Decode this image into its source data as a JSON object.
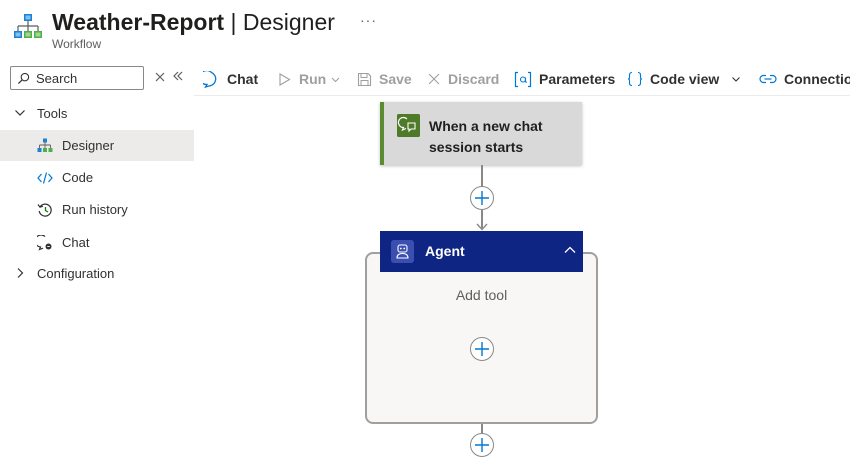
{
  "header": {
    "app_name": "Weather-Report",
    "separator": "|",
    "view_name": "Designer",
    "subtitle": "Workflow",
    "more_label": "···"
  },
  "sidebar": {
    "search": {
      "placeholder": "Search",
      "value": ""
    },
    "groups": [
      {
        "label": "Tools",
        "expanded": true
      },
      {
        "label": "Configuration",
        "expanded": false
      }
    ],
    "items": [
      {
        "label": "Designer",
        "icon": "designer-icon",
        "selected": true
      },
      {
        "label": "Code",
        "icon": "code-icon",
        "selected": false
      },
      {
        "label": "Run history",
        "icon": "run-history-icon",
        "selected": false
      },
      {
        "label": "Chat",
        "icon": "chat-icon",
        "selected": false
      }
    ]
  },
  "toolbar": {
    "chat": "Chat",
    "run": "Run",
    "save": "Save",
    "discard": "Discard",
    "parameters": "Parameters",
    "code_view": "Code view",
    "connections": "Connectio"
  },
  "canvas": {
    "trigger_title": "When a new chat session starts",
    "agent_label": "Agent",
    "add_tool_label": "Add tool"
  },
  "colors": {
    "accent": "#0078d4",
    "trigger_accent": "#5b8b32",
    "agent_header": "#0f2584",
    "selected_nav": "#edebe9"
  }
}
